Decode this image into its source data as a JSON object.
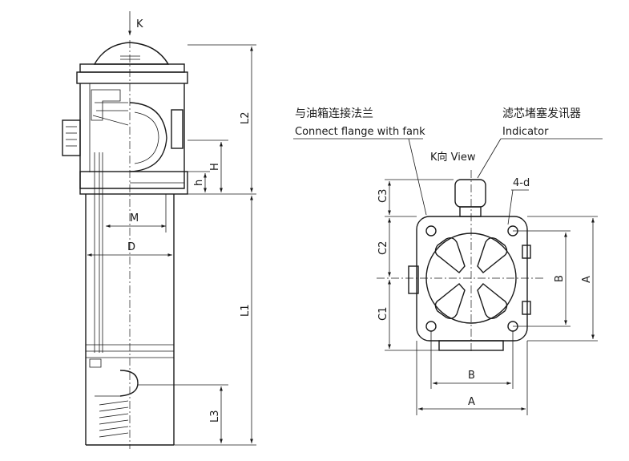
{
  "side_view": {
    "k_label": "K",
    "dims": {
      "L2": "L2",
      "H": "H",
      "h": "h",
      "M": "M",
      "D": "D",
      "L1": "L1",
      "L3": "L3"
    }
  },
  "top_view": {
    "flange_cn": "与油箱连接法兰",
    "flange_en": "Connect flange with fank",
    "indicator_cn": "滤芯堵塞发讯器",
    "indicator_en": "Indicator",
    "view_label": "K向 View",
    "hole_label": "4-d",
    "dims": {
      "C3": "C3",
      "C2": "C2",
      "C1": "C1",
      "B_right": "B",
      "A_right": "A",
      "B_bottom": "B",
      "A_bottom": "A"
    }
  }
}
